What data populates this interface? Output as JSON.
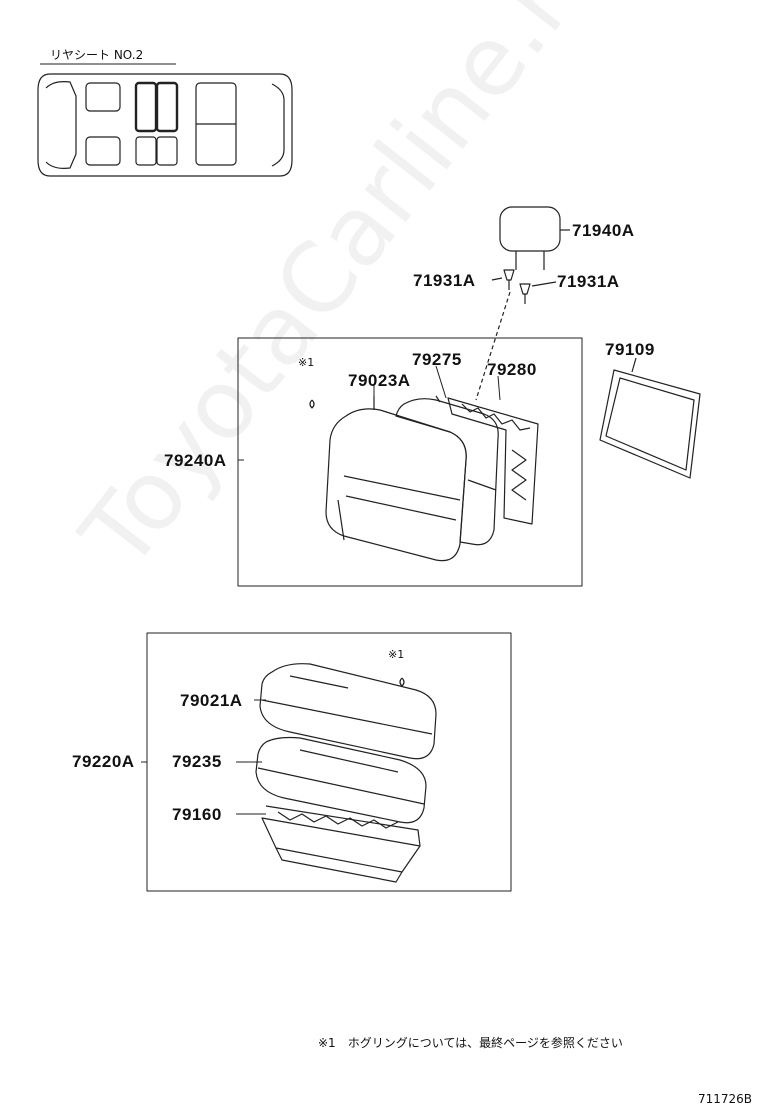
{
  "header": {
    "seat_label": "リヤシート NO.2"
  },
  "watermark": "ToyotaCarline.ru",
  "parts": {
    "p71940A": "71940A",
    "p71931A_left": "71931A",
    "p71931A_right": "71931A",
    "p79109": "79109",
    "p79275": "79275",
    "p79280": "79280",
    "p79023A": "79023A",
    "p79240A": "79240A",
    "p79021A": "79021A",
    "p79220A": "79220A",
    "p79235": "79235",
    "p79160": "79160"
  },
  "notes": {
    "mark_upper": "※1",
    "mark_lower": "※1",
    "footnote": "※1　ホグリングについては、最終ページを参照ください"
  },
  "diagram_code": "711726B"
}
